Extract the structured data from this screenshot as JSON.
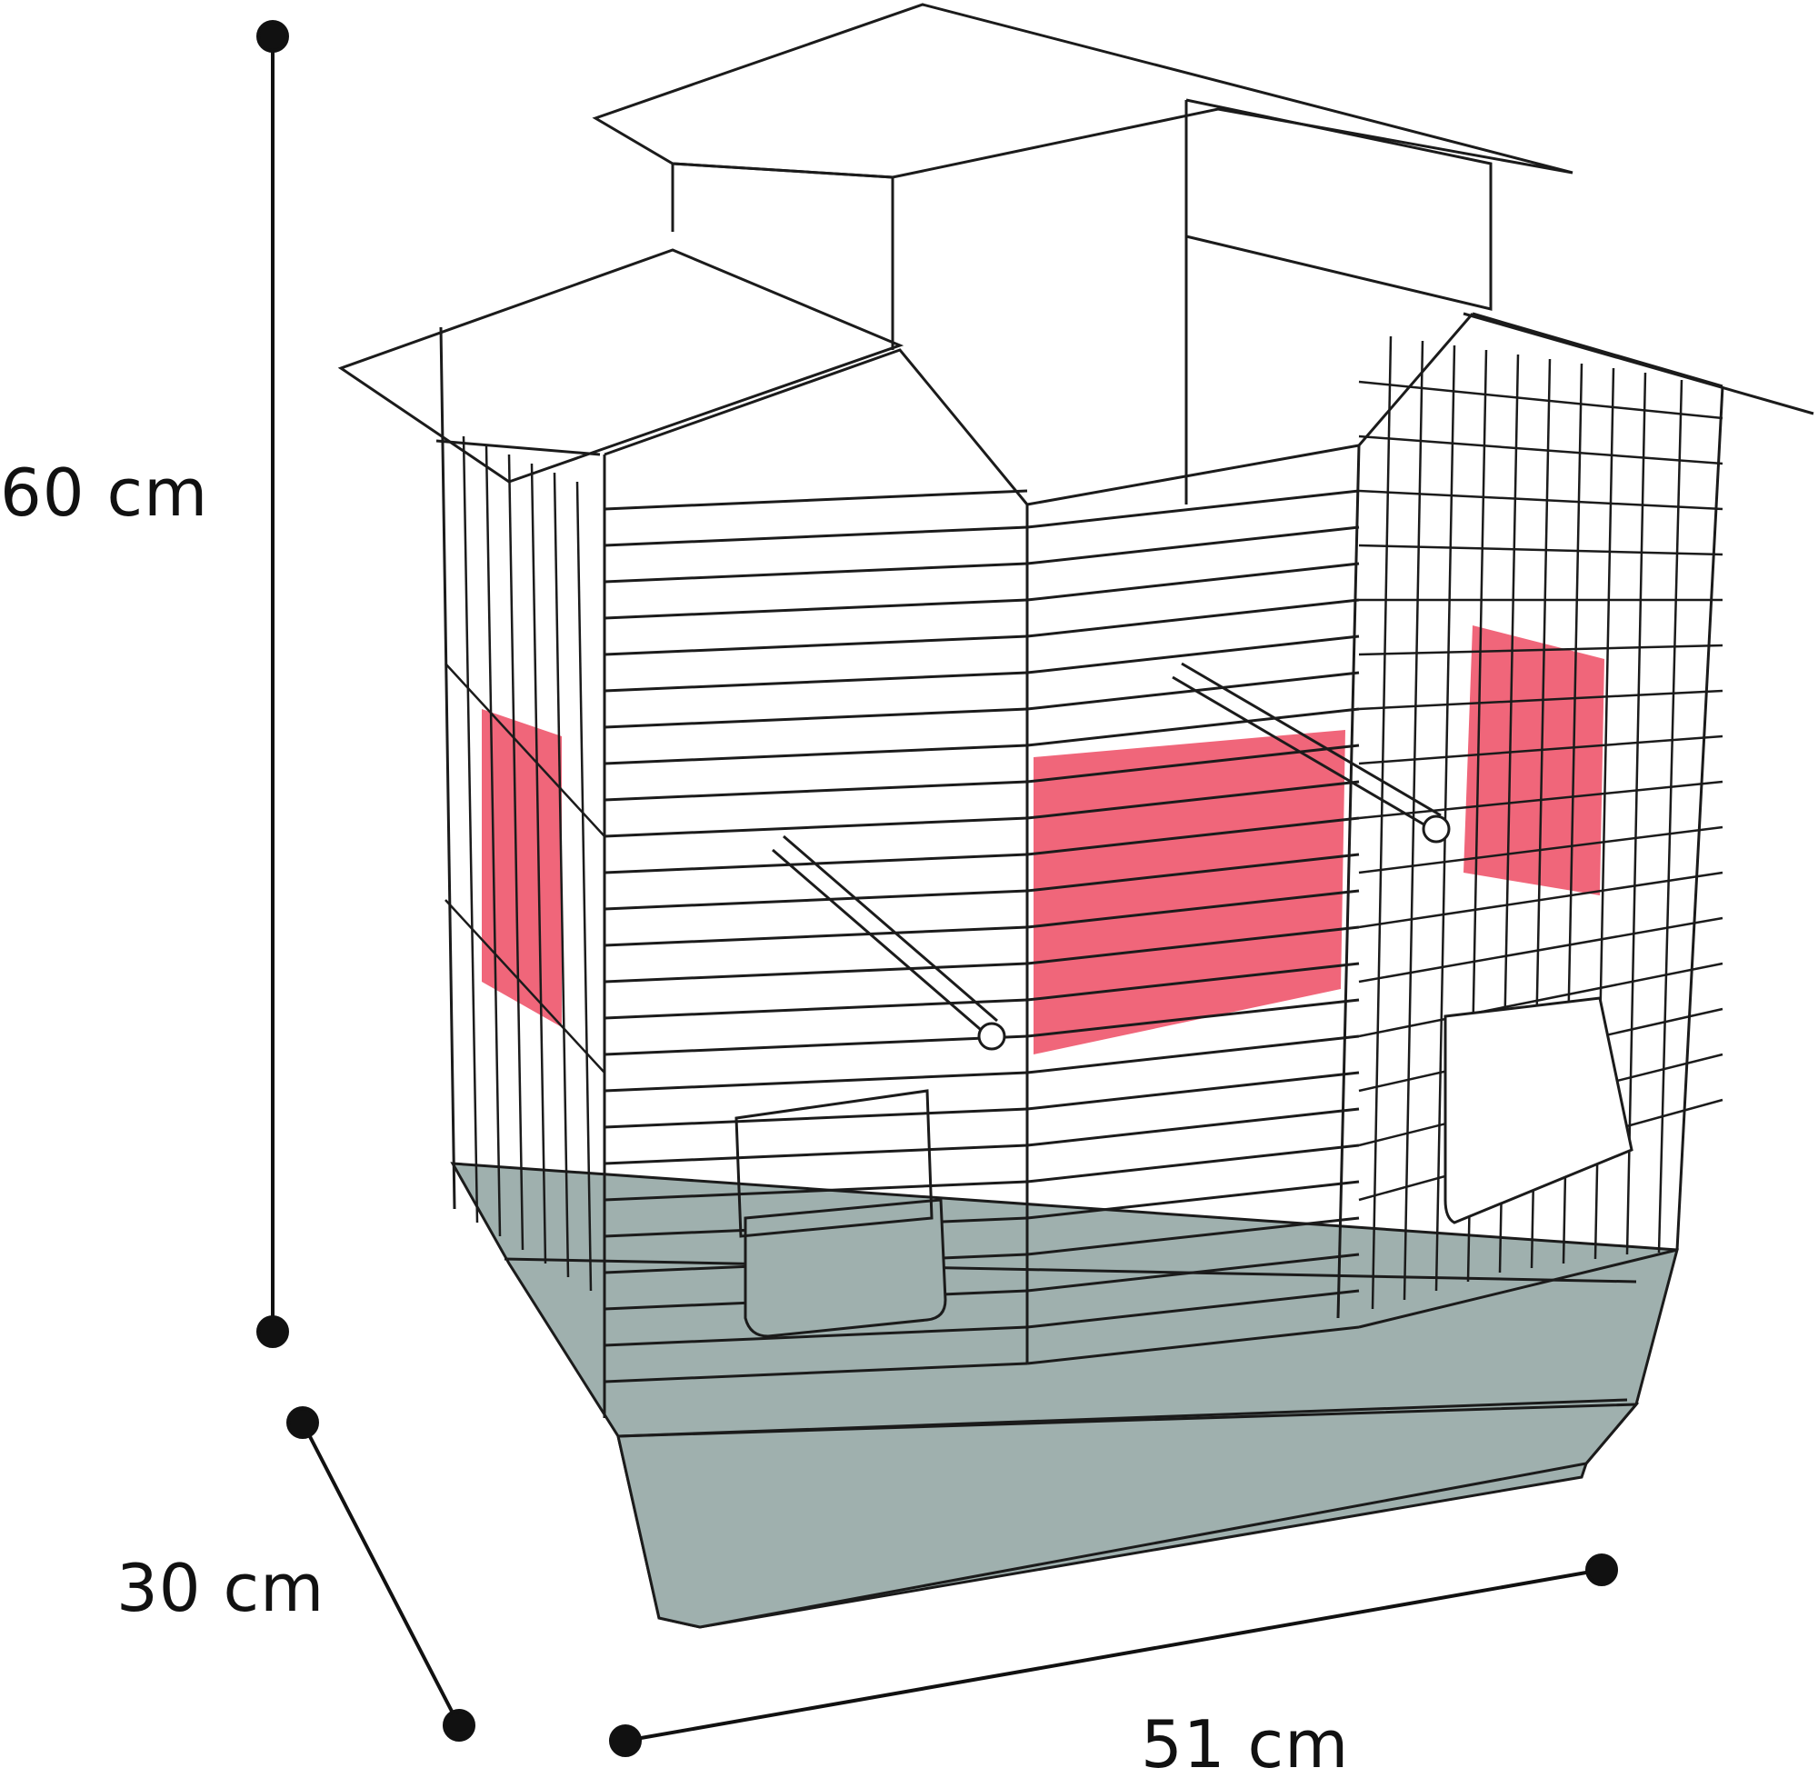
{
  "diagram": {
    "subject": "bird cage with dimension annotations",
    "colors": {
      "wire": "#1b1b1b",
      "tray": "#9fb0ae",
      "back_panel": "#f0667a",
      "background": "#ffffff"
    },
    "dimensions": {
      "height": {
        "label": "60 cm"
      },
      "depth": {
        "label": "30 cm"
      },
      "width": {
        "label": "51 cm"
      }
    }
  }
}
